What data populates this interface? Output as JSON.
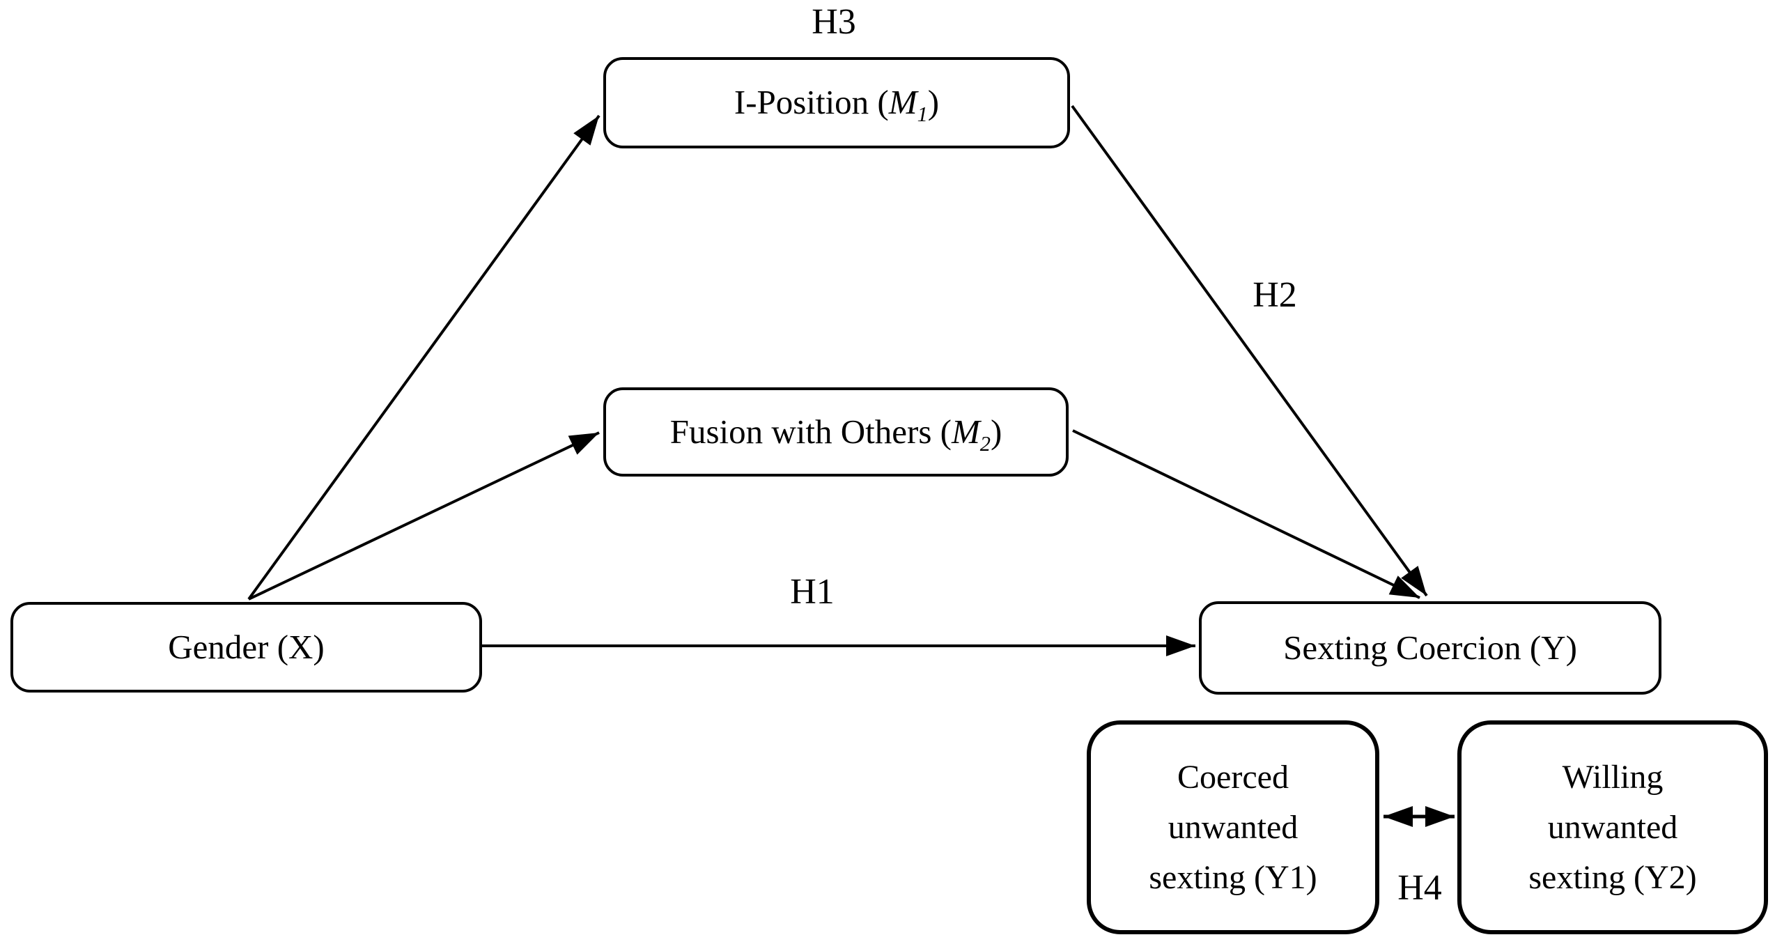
{
  "diagram": {
    "title": "Mediation model of gender and sexting coercion",
    "background_color": "#ffffff",
    "stroke_color": "#000000",
    "nodes": {
      "i_position": {
        "prefix": "I-Position (",
        "symbol": "M",
        "subscript": "1",
        "suffix": ")"
      },
      "fusion": {
        "prefix": "Fusion with Others (",
        "symbol": "M",
        "subscript": "2",
        "suffix": ")"
      },
      "gender": {
        "label": "Gender (X)"
      },
      "sexting_coercion": {
        "label": "Sexting Coercion (Y)"
      },
      "coerced_unwanted": {
        "label": "Coerced\nunwanted\nsexting (Y1)"
      },
      "willing_unwanted": {
        "label": "Willing\nunwanted\nsexting (Y2)"
      }
    },
    "hypothesis_labels": {
      "h1": "H1",
      "h2": "H2",
      "h3": "H3",
      "h4": "H4"
    }
  }
}
